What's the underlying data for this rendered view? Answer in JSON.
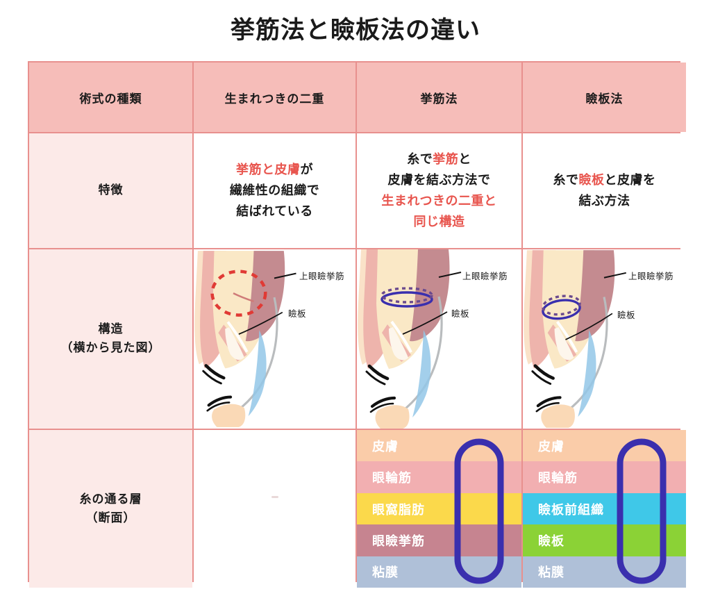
{
  "title": "挙筋法と瞼板法の違い",
  "colors": {
    "header_bg": "#f6bdb9",
    "row_label_bg": "#fceae8",
    "border": "#e8908e",
    "accent_red": "#e8554e",
    "thread_blue": "#3a2fae",
    "skin": "#facca9",
    "orbicularis": "#f2afb1",
    "orbital_fat": "#fbd94b",
    "levator": "#c68490",
    "mucosa": "#afc0d8",
    "pretarsal": "#3fc8e8",
    "tarsus": "#8bd236"
  },
  "table": {
    "headers": [
      {
        "label": "術式の種類"
      },
      {
        "label": "生まれつきの二重"
      },
      {
        "label": "挙筋法"
      },
      {
        "label": "瞼板法"
      }
    ],
    "row_labels": [
      {
        "line1": "特徴",
        "line2": ""
      },
      {
        "line1": "構造",
        "line2": "（横から見た図）"
      },
      {
        "line1": "糸の通る層",
        "line2": "（断面）"
      }
    ],
    "feature_row": {
      "natural": {
        "lines": [
          {
            "parts": [
              {
                "text": "挙筋と皮膚",
                "red": true
              },
              {
                "text": "が",
                "red": false
              }
            ]
          },
          {
            "parts": [
              {
                "text": "繊維性の組織で",
                "red": false
              }
            ]
          },
          {
            "parts": [
              {
                "text": "結ばれている",
                "red": false
              }
            ]
          }
        ]
      },
      "levator_method": {
        "lines": [
          {
            "parts": [
              {
                "text": "糸で",
                "red": false
              },
              {
                "text": "挙筋",
                "red": true
              },
              {
                "text": "と",
                "red": false
              }
            ]
          },
          {
            "parts": [
              {
                "text": "皮膚を結ぶ方法で",
                "red": false
              }
            ]
          },
          {
            "parts": [
              {
                "text": "生まれつきの二重と",
                "red": true
              }
            ]
          },
          {
            "parts": [
              {
                "text": "同じ構造",
                "red": true
              }
            ]
          }
        ]
      },
      "tarsal_method": {
        "lines": [
          {
            "parts": [
              {
                "text": "糸で",
                "red": false
              },
              {
                "text": "瞼板",
                "red": true
              },
              {
                "text": "と皮膚を",
                "red": false
              }
            ]
          },
          {
            "parts": [
              {
                "text": "結ぶ方法",
                "red": false
              }
            ]
          }
        ]
      }
    },
    "structure_row": {
      "natural": {
        "label_levator": "上眼瞼挙筋",
        "label_tarsus": "瞼板",
        "annotation": "red-dashed-circle"
      },
      "levator_method": {
        "label_levator": "上眼瞼挙筋",
        "label_tarsus": "瞼板",
        "annotation": "blue-thread-loop"
      },
      "tarsal_method": {
        "label_levator": "上眼瞼挙筋",
        "label_tarsus": "瞼板",
        "annotation": "blue-thread-loop"
      }
    },
    "layers_row": {
      "natural": {
        "empty": true,
        "layers": []
      },
      "levator_method": {
        "layers": [
          {
            "label": "皮膚",
            "color": "#facca9"
          },
          {
            "label": "眼輪筋",
            "color": "#f2afb1"
          },
          {
            "label": "眼窩脂肪",
            "color": "#fbd94b"
          },
          {
            "label": "眼瞼挙筋",
            "color": "#c68490"
          },
          {
            "label": "粘膜",
            "color": "#afc0d8"
          }
        ],
        "thread_spans_layers": [
          1,
          2,
          3,
          4,
          5
        ]
      },
      "tarsal_method": {
        "layers": [
          {
            "label": "皮膚",
            "color": "#facca9"
          },
          {
            "label": "眼輪筋",
            "color": "#f2afb1"
          },
          {
            "label": "瞼板前組織",
            "color": "#3fc8e8"
          },
          {
            "label": "瞼板",
            "color": "#8bd236"
          },
          {
            "label": "粘膜",
            "color": "#afc0d8"
          }
        ],
        "thread_spans_layers": [
          1,
          2,
          3,
          4,
          5
        ]
      }
    }
  }
}
